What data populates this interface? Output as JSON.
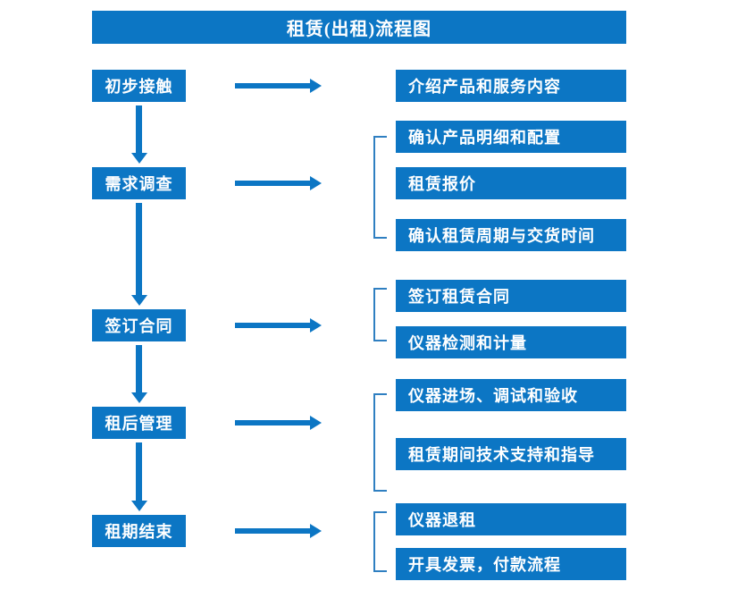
{
  "chart_data": {
    "type": "diagram",
    "title": "租赁(出租)流程图",
    "diagram_kind": "flowchart",
    "colors": {
      "box_fill": "#0c76c4",
      "box_text": "#ffffff",
      "arrow": "#0c76c4",
      "bracket": "#2f7fc1",
      "background": "#ffffff"
    },
    "stages": [
      {
        "label": "初步接触",
        "details": [
          "介绍产品和服务内容"
        ]
      },
      {
        "label": "需求调查",
        "details": [
          "确认产品明细和配置",
          "租赁报价",
          "确认租赁周期与交货时间"
        ]
      },
      {
        "label": "签订合同",
        "details": [
          "签订租赁合同",
          "仪器检测和计量"
        ]
      },
      {
        "label": "租后管理",
        "details": [
          "仪器进场、调试和验收",
          "租赁期间技术支持和指导"
        ]
      },
      {
        "label": "租期结束",
        "details": [
          "仪器退租",
          "开具发票，付款流程"
        ]
      }
    ]
  },
  "title": {
    "text": "租赁(出租)流程图"
  },
  "stages": [
    {
      "label": "初步接触"
    },
    {
      "label": "需求调查"
    },
    {
      "label": "签订合同"
    },
    {
      "label": "租后管理"
    },
    {
      "label": "租期结束"
    }
  ],
  "details": [
    {
      "label": "介绍产品和服务内容"
    },
    {
      "label": "确认产品明细和配置"
    },
    {
      "label": "租赁报价"
    },
    {
      "label": "确认租赁周期与交货时间"
    },
    {
      "label": "签订租赁合同"
    },
    {
      "label": "仪器检测和计量"
    },
    {
      "label": "仪器进场、调试和验收"
    },
    {
      "label": "租赁期间技术支持和指导"
    },
    {
      "label": "仪器退租"
    },
    {
      "label": "开具发票，付款流程"
    }
  ]
}
